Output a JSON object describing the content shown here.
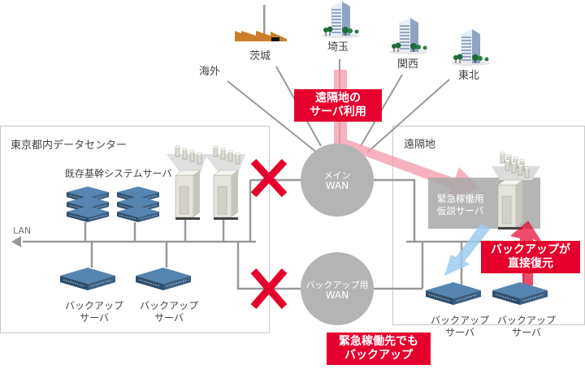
{
  "sites": {
    "ibaraki": "茨城",
    "saitama": "埼玉",
    "kansai": "関西",
    "tohoku": "東北",
    "overseas": "海外"
  },
  "datacenter": {
    "title": "東京都内データセンター",
    "core_servers_label": "既存基幹システムサーバ",
    "lan_label": "LAN",
    "backup_servers": [
      {
        "line1": "バックアップ",
        "line2": "サーバ"
      },
      {
        "line1": "バックアップ",
        "line2": "サーバ"
      }
    ]
  },
  "wan": {
    "main": {
      "line1": "メイン",
      "line2": "WAN"
    },
    "backup": {
      "line1": "バックアップ用",
      "line2": "WAN"
    }
  },
  "remote": {
    "title": "遠隔地",
    "temp_server": {
      "line1": "緊急稼働用",
      "line2": "仮説サーバ"
    },
    "backup_servers": [
      {
        "line1": "バックアップ",
        "line2": "サーバ"
      },
      {
        "line1": "バックアップ",
        "line2": "サーバ"
      }
    ]
  },
  "callouts": {
    "remote_use": {
      "line1": "遠隔地の",
      "line2": "サーバ利用"
    },
    "direct_restore": {
      "line1": "バックアップが",
      "line2": "直接復元"
    },
    "emergency_backup": {
      "line1": "緊急稼働先でも",
      "line2": "バックアップ"
    }
  },
  "colors": {
    "accent_red": "#e5002d",
    "arrow_pink": "#f39aaa",
    "arrow_blue": "#9ccbf0",
    "wan_gray": "#b4b4b4",
    "line_gray": "#999999",
    "factory": "#cc7f2a",
    "server_blue": "#4d7aa3"
  }
}
